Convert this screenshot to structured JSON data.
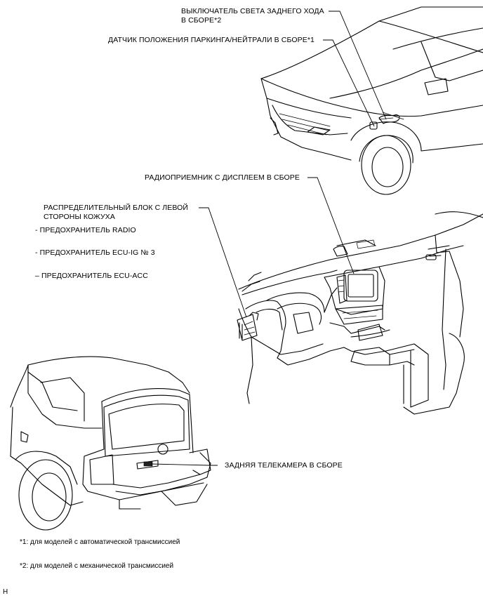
{
  "labels": {
    "reverse_switch_line1": "ВЫКЛЮЧАТЕЛЬ СВЕТА ЗАДНЕГО ХОДА",
    "reverse_switch_line2": "В СБОРЕ*2",
    "park_neutral_sensor": "ДАТЧИК ПОЛОЖЕНИЯ ПАРКИНГА/НЕЙТРАЛИ В СБОРЕ*1",
    "radio_display": "РАДИОПРИЕМНИК С ДИСПЛЕЕМ В СБОРЕ",
    "junction_block_line1": "РАСПРЕДЕЛИТЕЛЬНЫЙ БЛОК С ЛЕВОЙ",
    "junction_block_line2": "СТОРОНЫ КОЖУХА",
    "fuse_radio": "- ПРЕДОХРАНИТЕЛЬ RADIO",
    "fuse_ecu_ig3": "- ПРЕДОХРАНИТЕЛЬ ECU-IG № 3",
    "fuse_ecu_acc": "– ПРЕДОХРАНИТЕЛЬ ECU-ACC",
    "rear_camera": "ЗАДНЯЯ ТЕЛЕКАМЕРА В СБОРЕ"
  },
  "notes": {
    "note1": "*1: для моделей с автоматической трансмиссией",
    "note2": "*2: для моделей с механической трансмиссией"
  },
  "corner_mark": "H"
}
